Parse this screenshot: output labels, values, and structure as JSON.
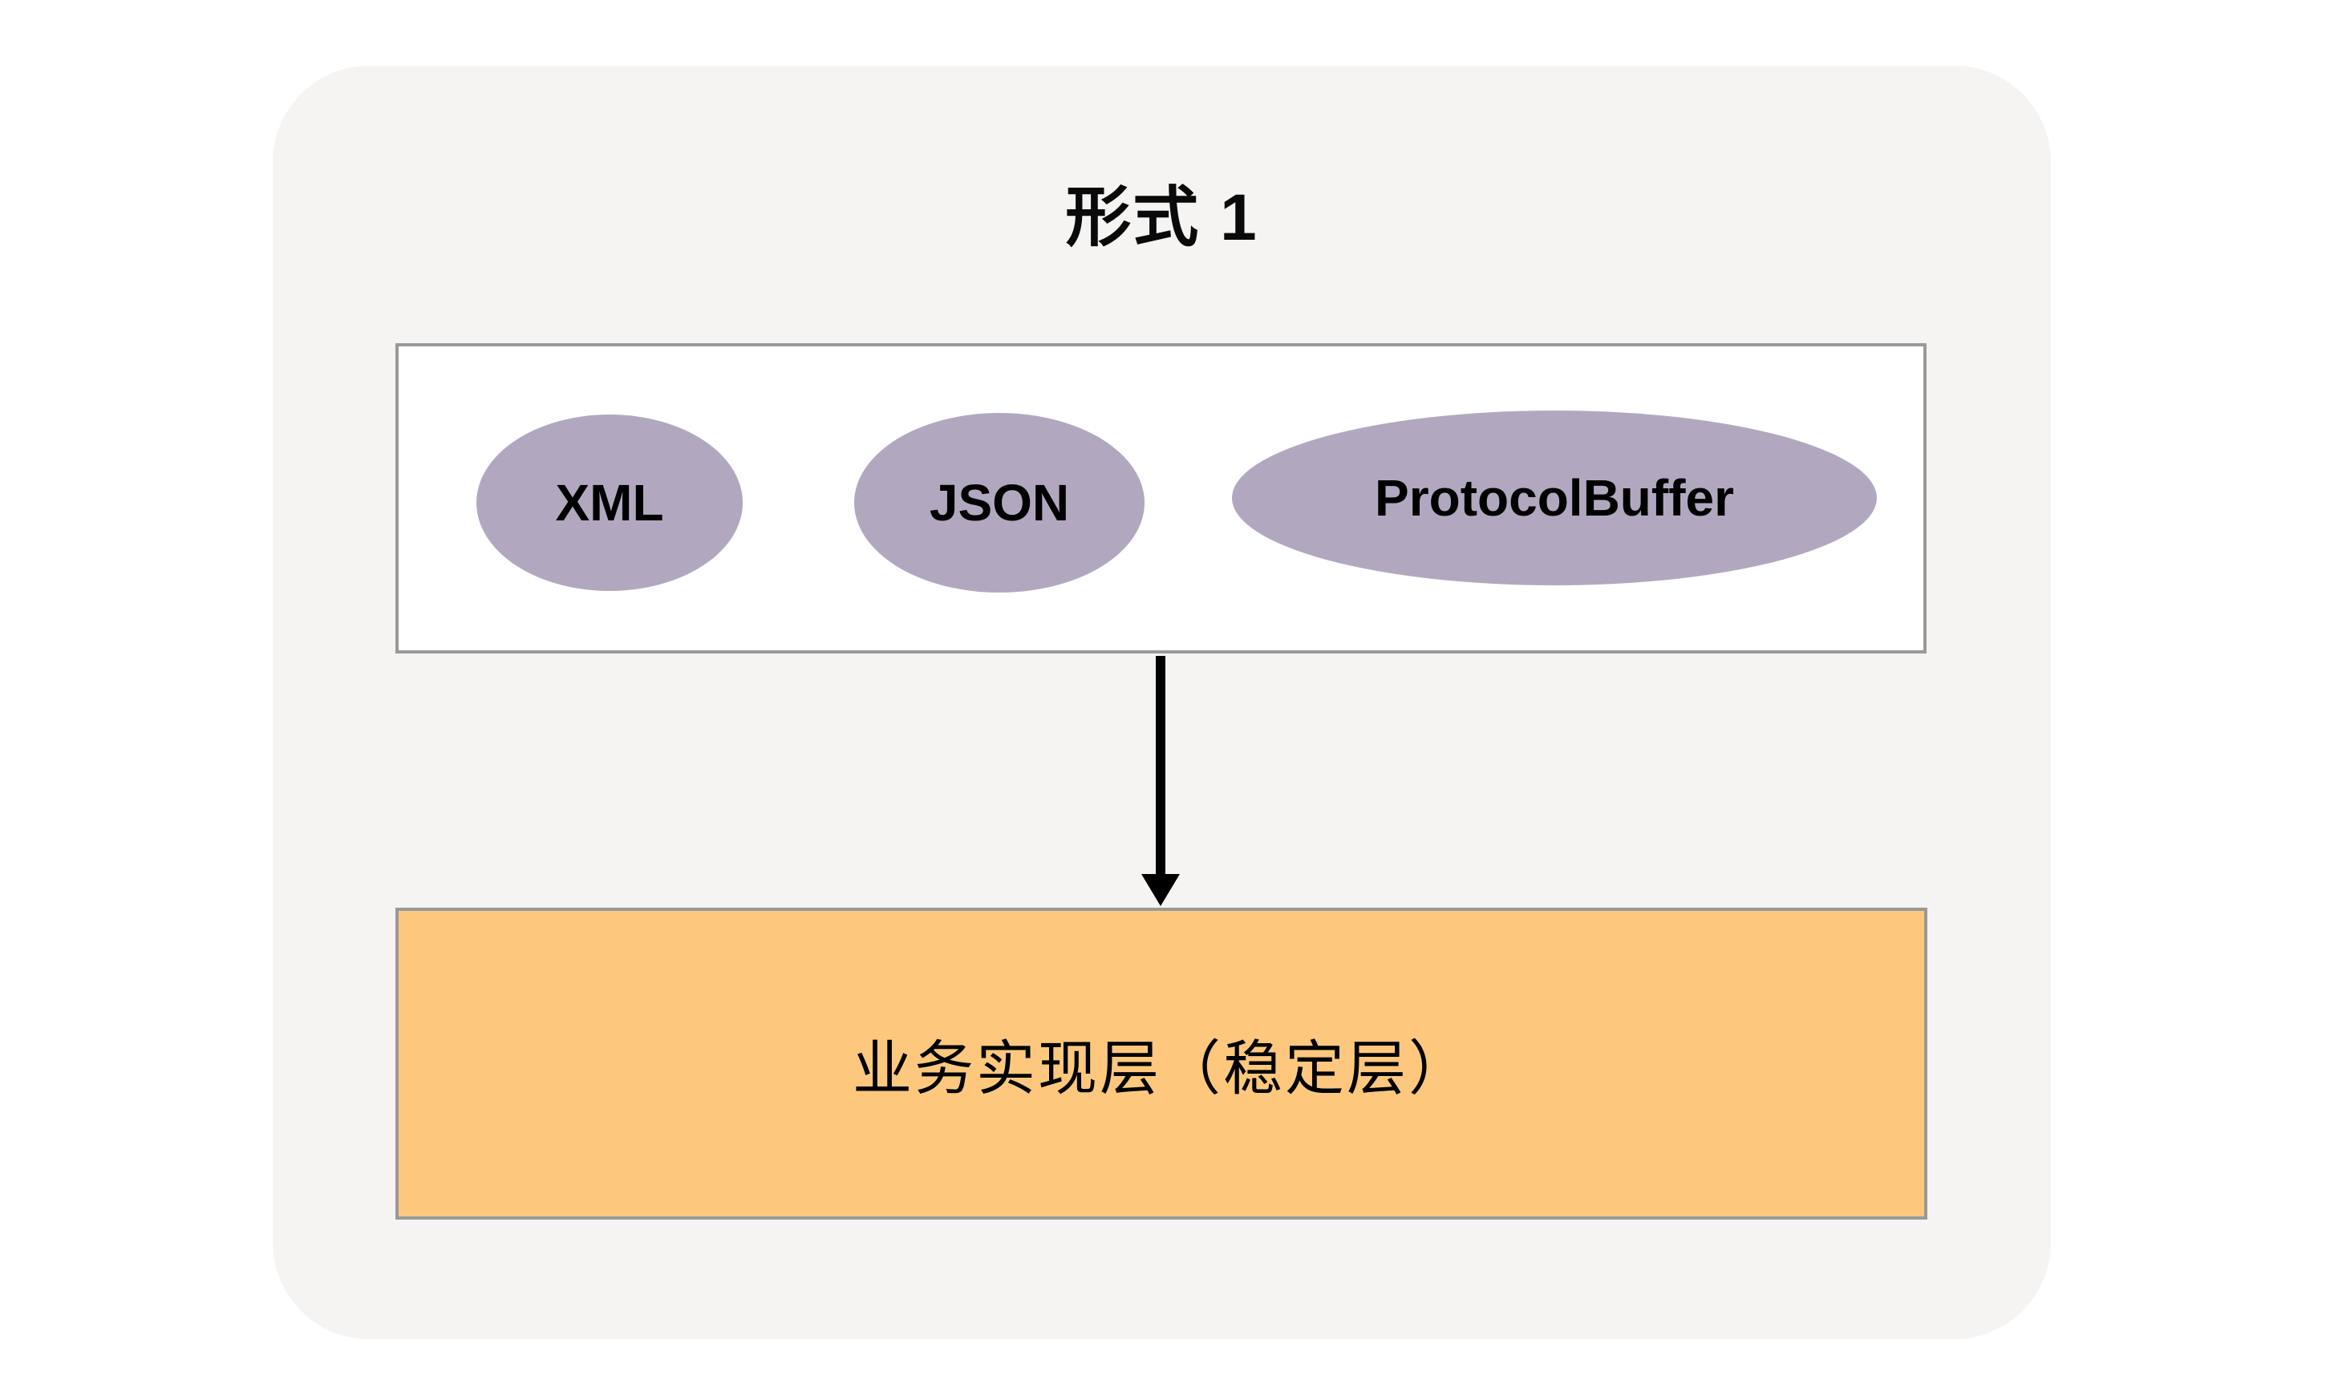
{
  "diagram": {
    "title": "形式 1",
    "serialization_formats": {
      "items": [
        {
          "label": "XML"
        },
        {
          "label": "JSON"
        },
        {
          "label": "ProtocolBuffer"
        }
      ]
    },
    "arrow": {
      "icon": "down-arrow-icon",
      "direction": "down"
    },
    "business_layer": {
      "label": "业务实现层（稳定层）"
    },
    "colors": {
      "page_background": "#ffffff",
      "container_background": "#f5f4f2",
      "formats_box_background": "#ffffff",
      "box_border": "#999999",
      "ellipse_fill": "#b1a8c0",
      "business_layer_fill": "#fdc87e",
      "arrow_color": "#000000",
      "text_color": "#000000"
    }
  }
}
